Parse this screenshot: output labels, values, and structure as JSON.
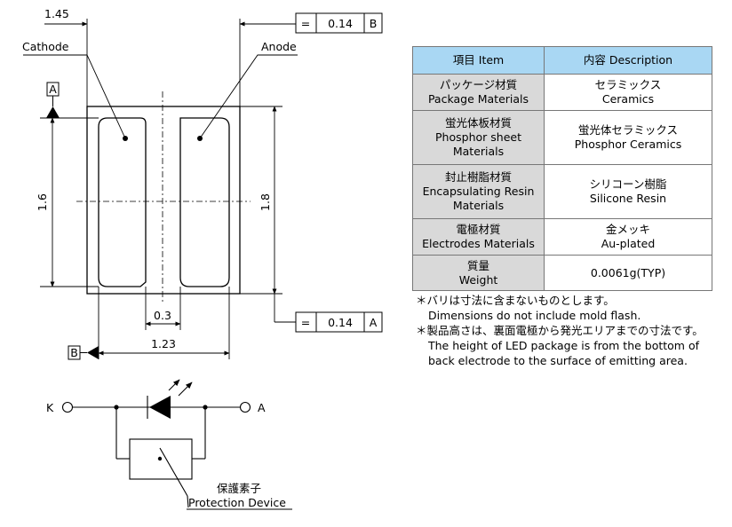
{
  "dimensions": {
    "top_width": "1.45",
    "tolerance_top": {
      "symbol": "=",
      "value": "0.14",
      "datum": "B"
    },
    "tolerance_bottom": {
      "symbol": "=",
      "value": "0.14",
      "datum": "A"
    },
    "left_height": "1.6",
    "right_height": "1.8",
    "gap": "0.3",
    "bottom_width": "1.23",
    "datum_a": "A",
    "datum_b": "B"
  },
  "labels": {
    "cathode": "Cathode",
    "anode": "Anode"
  },
  "circuit": {
    "k": "K",
    "a": "A",
    "protection_jp": "保護素子",
    "protection_en": "Protection Device"
  },
  "table": {
    "header_item": "項目 Item",
    "header_desc": "内容 Description",
    "rows": [
      {
        "item": [
          "パッケージ材質",
          "Package Materials"
        ],
        "desc": [
          "セラミックス",
          "Ceramics"
        ]
      },
      {
        "item": [
          "蛍光体板材質",
          "Phosphor sheet",
          "Materials"
        ],
        "desc": [
          "蛍光体セラミックス",
          "Phosphor Ceramics"
        ]
      },
      {
        "item": [
          "封止樹脂材質",
          "Encapsulating Resin",
          "Materials"
        ],
        "desc": [
          "シリコーン樹脂",
          "Silicone Resin"
        ]
      },
      {
        "item": [
          "電極材質",
          "Electrodes Materials"
        ],
        "desc": [
          "金メッキ",
          "Au-plated"
        ]
      },
      {
        "item": [
          "質量",
          "Weight"
        ],
        "desc": [
          "0.0061g(TYP)"
        ]
      }
    ]
  },
  "notes": [
    "＊バリは寸法に含まないものとします。",
    "Dimensions do not include mold flash.",
    "＊製品高さは、裏面電極から発光エリアまでの寸法です。",
    "The height of LED package is from the bottom of",
    "back electrode to the surface of emitting area."
  ]
}
